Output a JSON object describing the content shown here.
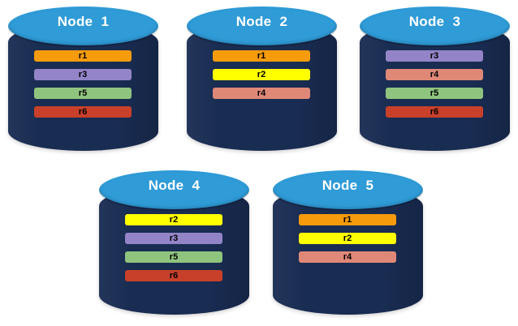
{
  "diagram": {
    "title_prefix": "Node",
    "palette": {
      "background": "#ffffff",
      "cylinder_body": "#192c52",
      "cylinder_top": "#2f9bd7",
      "title_text": "#ffffff",
      "row_label_text": "#000000"
    },
    "row_colors": {
      "r1": "#f59b0c",
      "r2": "#ffff00",
      "r3": "#9384c8",
      "r4": "#e08878",
      "r5": "#8fc47e",
      "r6": "#c8402a"
    },
    "nodes": [
      {
        "id": "node-1",
        "title": "Node  1",
        "rows": [
          {
            "label": "r1",
            "color": "#f59b0c"
          },
          {
            "label": "r3",
            "color": "#9384c8"
          },
          {
            "label": "r5",
            "color": "#8fc47e"
          },
          {
            "label": "r6",
            "color": "#c8402a"
          }
        ]
      },
      {
        "id": "node-2",
        "title": "Node  2",
        "rows": [
          {
            "label": "r1",
            "color": "#f59b0c"
          },
          {
            "label": "r2",
            "color": "#ffff00"
          },
          {
            "label": "r4",
            "color": "#e08878"
          }
        ]
      },
      {
        "id": "node-3",
        "title": "Node  3",
        "rows": [
          {
            "label": "r3",
            "color": "#9384c8"
          },
          {
            "label": "r4",
            "color": "#e08878"
          },
          {
            "label": "r5",
            "color": "#8fc47e"
          },
          {
            "label": "r6",
            "color": "#c8402a"
          }
        ]
      },
      {
        "id": "node-4",
        "title": "Node  4",
        "rows": [
          {
            "label": "r2",
            "color": "#ffff00"
          },
          {
            "label": "r3",
            "color": "#9384c8"
          },
          {
            "label": "r5",
            "color": "#8fc47e"
          },
          {
            "label": "r6",
            "color": "#c8402a"
          }
        ]
      },
      {
        "id": "node-5",
        "title": "Node  5",
        "rows": [
          {
            "label": "r1",
            "color": "#f59b0c"
          },
          {
            "label": "r2",
            "color": "#ffff00"
          },
          {
            "label": "r4",
            "color": "#e08878"
          }
        ]
      }
    ]
  }
}
